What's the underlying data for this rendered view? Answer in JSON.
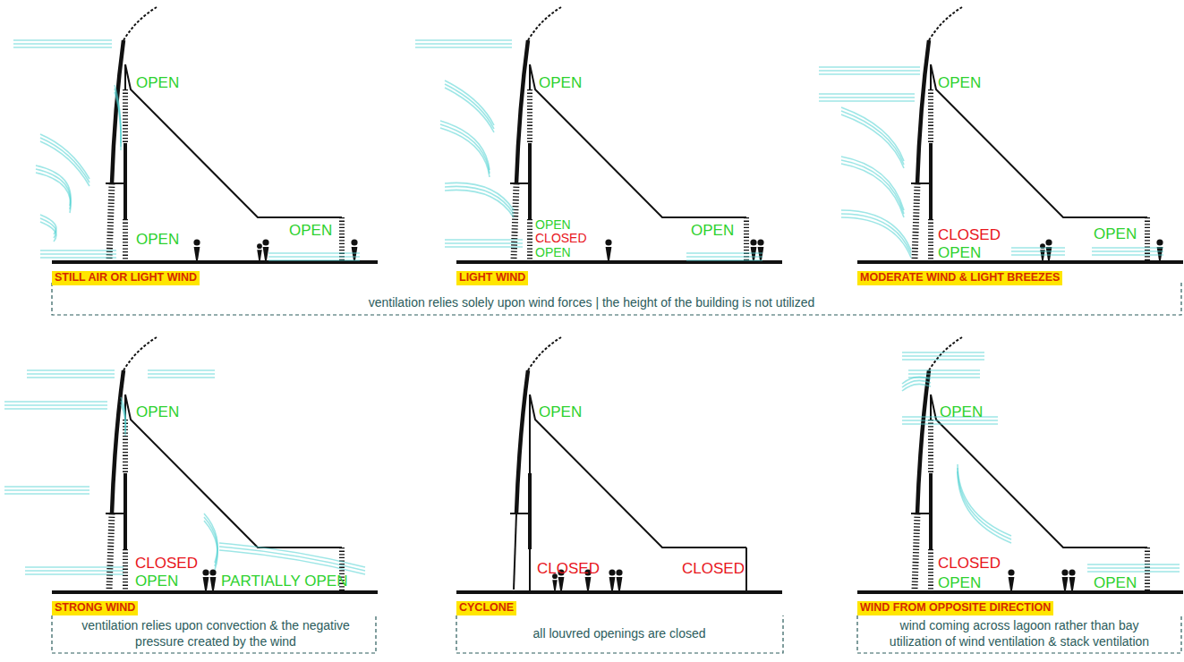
{
  "diagram": {
    "labels": [
      "OPEN",
      "OPEN",
      "OPEN",
      "STILL AIR OR LIGHT WIND",
      "OPEN",
      "OPEN",
      "CLOSED",
      "OPEN",
      "OPEN",
      "LIGHT WIND",
      "OPEN",
      "CLOSED",
      "OPEN",
      "OPEN",
      "MODERATE WIND & LIGHT BREEZES",
      "ventilation relies solely upon wind forces | the height of the building is not utilized",
      "OPEN",
      "CLOSED",
      "OPEN",
      "PARTIALLY OPEN",
      "STRONG WIND",
      "OPEN",
      "CLOSED",
      "CLOSED",
      "CYCLONE",
      "OPEN",
      "CLOSED",
      "OPEN",
      "OPEN",
      "WIND FROM OPPOSITE DIRECTION",
      "ventilation relies upon convection & the negative pressure created by the wind",
      "all louvred openings are closed",
      "wind coming across lagoon rather than bay utilization of wind ventilation & stack ventilation"
    ]
  }
}
